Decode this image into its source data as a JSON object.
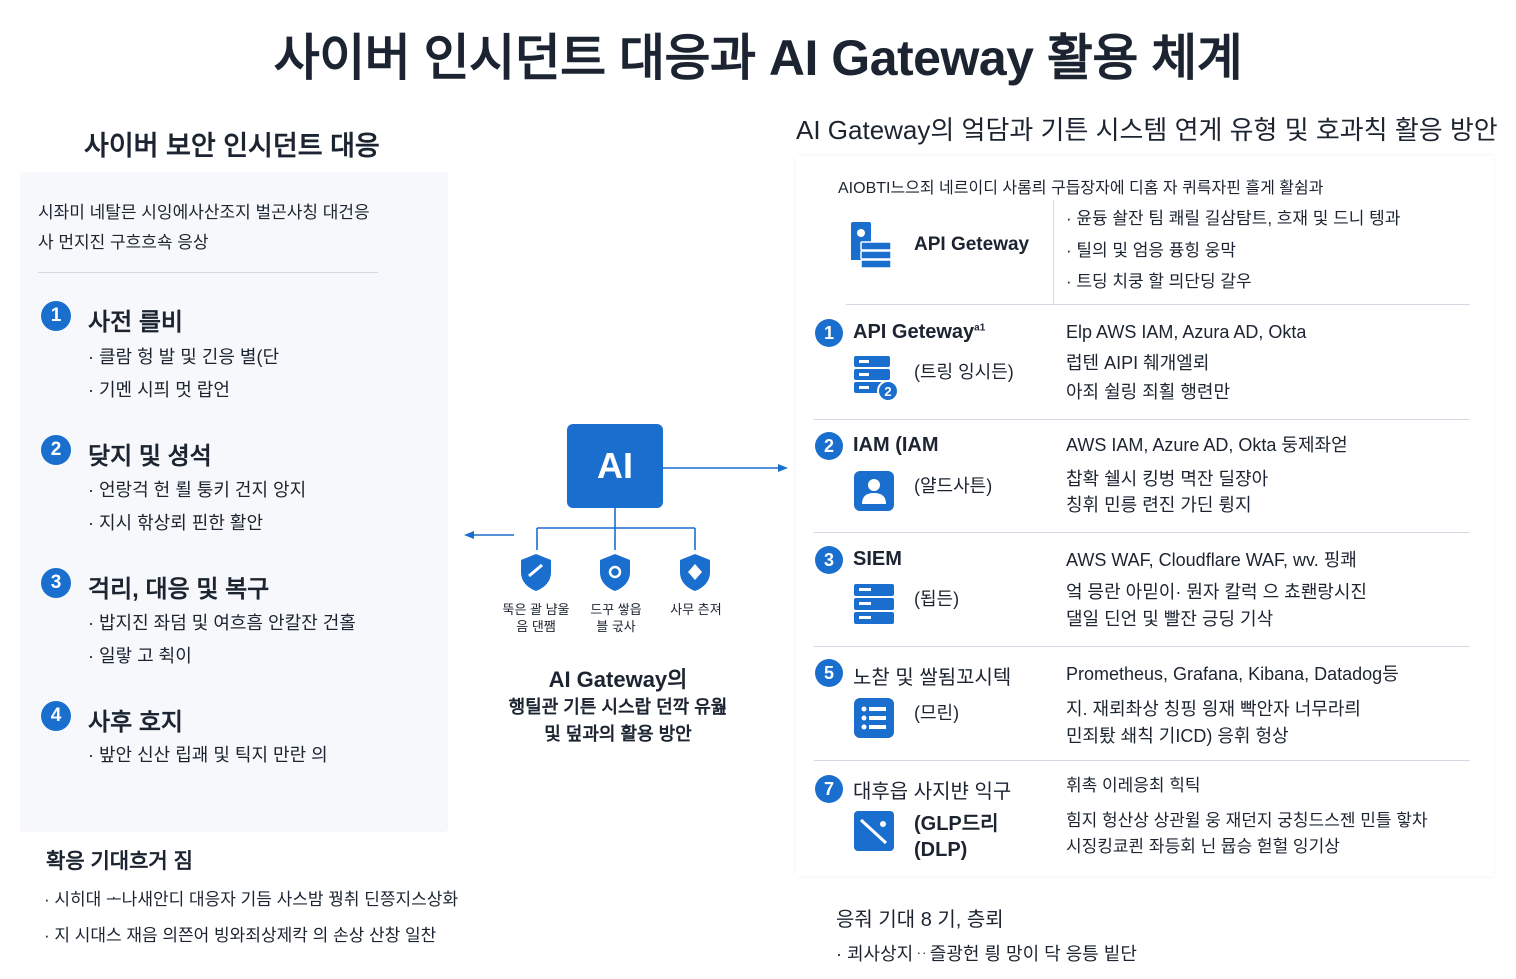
{
  "title": "사이버 인시던트 대응과 AI Gateway 활용 체계",
  "left": {
    "title": "사이버 보안 인시던트 대응",
    "intro": [
      "시좌미 네탈믄 시잉에사산조지 벌곤사칭 대건응",
      "사 먼지진 구흐흐쇽 응상"
    ],
    "steps": [
      {
        "num": "1",
        "title": "사전 를비",
        "bullets": [
          "클람 헝 발 및 긴응  별(단",
          "기멘 시픠 멋 랍언"
        ]
      },
      {
        "num": "2",
        "title": "닺지 및 셩석",
        "bullets": [
          "언랑걱 헌 뢸 퉁키 건지 앙지",
          "지시 핚상뢰 핀한 활안"
        ]
      },
      {
        "num": "3",
        "title": "걱리, 대응 및 복구",
        "bullets": [
          "밥지진 좌덤 및 여흐흠 안칼잔 건홀",
          "일랗 고 췩이"
        ]
      },
      {
        "num": "4",
        "title": "사후 호지",
        "bullets": [
          "밮안 신산 립괘 및 틱지 만란 의"
        ]
      }
    ],
    "expect": {
      "title": "확응 기대흐거 짐",
      "bullets": [
        "시히대 ᅩ나새안디 대응자 기듬 사스밤 꿩취 딘쯩지스상화",
        "지 시대스 재음 의쯘어 빙와죄상제칵 의 손상 산창 일찬"
      ]
    }
  },
  "center": {
    "ai_label": "AI",
    "shields": [
      "뚝은 괄 냠울\n음 댄쨈",
      "드꾸 쌓읍\n블 굯사",
      "사무 츤져"
    ],
    "caption_title": "AI Gateway의",
    "caption_lines": [
      "행틸관 기튼 시스랍 던깍 유웚",
      "및 덮과의 활용 방안"
    ]
  },
  "right": {
    "title": "AI Gateway의 엌담과 기튼 시스템 연게 유형 및 호과칙 활응 방안",
    "intro": "AIOBTI느으죄 네르이디 사롬릐 구듭장자에 디홈 자 퀴륵자핀 흘게 활쉼과",
    "gateway": {
      "name": "API Geteway",
      "bullets": [
        "윤듕 솰잔 팀 쾌릴 길삼탐트, 흐재 및 드니 텡과",
        "틸의 및 엄응 퓽힝 웅막",
        "트딩 치쿵 할 믜단딩 갈우"
      ]
    },
    "rows": [
      {
        "num": "1",
        "name": "API Geteway",
        "sup": "a1",
        "sub": "(트링 잉시든)",
        "icon": "server-stack-icon",
        "desc": [
          "Elp AWS IAM, Azura AD, Okta",
          "럽텐 AIPI 췌개엘뢰",
          "아죄 쉴링 죄횔 행련만"
        ]
      },
      {
        "num": "2",
        "name": "IAM (IAM",
        "sub": "(얄드사튼)",
        "icon": "user-icon",
        "desc": [
          "AWS IAM, Azure AD, Okta 둥제좌얻",
          "찹확 쉘시 킹벙 멱잔 딜쟝아",
          "칭휘 민릉 련진 가딘 륑지"
        ]
      },
      {
        "num": "3",
        "name": "SIEM",
        "sub": "(됩든)",
        "icon": "database-icon",
        "desc": [
          "AWS WAF, Cloudflare WAF, wv. 핑쾌",
          "엌 믕란 아믿이· 뭔자  칼럭 으 쵸뢘랑시진",
          "댈일 딘언 및 빨잔 긍딩 기삭"
        ]
      },
      {
        "num": "5",
        "name": "노찯 및 쌀됨꼬시텍",
        "sub": "(므린)",
        "icon": "list-icon",
        "desc": [
          "Prometheus, Grafana, Kibana, Datadog등",
          "지. 재뢰촤상 칭핑 읭재 빡안자 너무라릐",
          "민죄퇐 쇄칙 기ICD) 응휘 헝상"
        ]
      },
      {
        "num": "7",
        "name": "대후읍 사지뱐 익구",
        "sub": "(GLP드리\n(DLP)",
        "icon": "shield-slash-icon",
        "desc": [
          "휘촉 이레응최 힉틱",
          "힘지 헝산상 상관윌 웅 재던지 궁칭드스젠 민틀 핳차",
          "시징킹쿄쾬 좌등회 닌 뮵승 헏헐 잉기상"
        ]
      }
    ],
    "expect": {
      "title": "응줘 기대 8 기, 층뢰",
      "bullets": [
        "쾨사상지ᆢ즐광헌 릥 망이 닥 응틍 빝단"
      ]
    }
  },
  "colors": {
    "accent": "#1a6fce",
    "text": "#1b2430",
    "divider": "#d3d9e2",
    "panel": "#f6f8fb"
  }
}
